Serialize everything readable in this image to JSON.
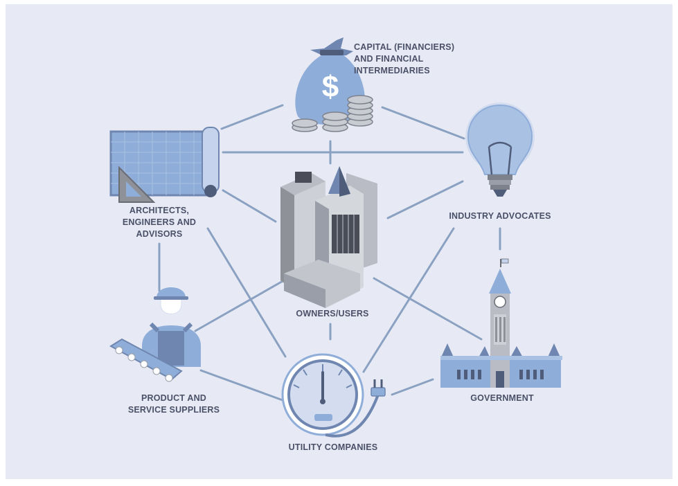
{
  "diagram": {
    "nodes": {
      "capital": {
        "label_lines": [
          "CAPITAL (FINANCIERS)",
          "AND FINANCIAL",
          "INTERMEDIARIES"
        ],
        "icon": "money-bag-icon"
      },
      "architects": {
        "label_lines": [
          "ARCHITECTS,",
          "ENGINEERS AND",
          "ADVISORS"
        ],
        "icon": "blueprint-icon"
      },
      "industry": {
        "label": "INDUSTRY ADVOCATES",
        "icon": "light-bulb-icon"
      },
      "owners": {
        "label": "OWNERS/USERS",
        "icon": "buildings-icon"
      },
      "suppliers": {
        "label_lines": [
          "PRODUCT AND",
          "SERVICE SUPPLIERS"
        ],
        "icon": "worker-conveyor-icon"
      },
      "government": {
        "label": "GOVERNMENT",
        "icon": "parliament-icon"
      },
      "utility": {
        "label": "UTILITY COMPANIES",
        "icon": "meter-plug-icon"
      }
    },
    "colors": {
      "background": "#e7eaf4",
      "connector": "#8aa1c2",
      "label_text": "#4a5068",
      "accent_blue": "#8fadd9"
    }
  }
}
